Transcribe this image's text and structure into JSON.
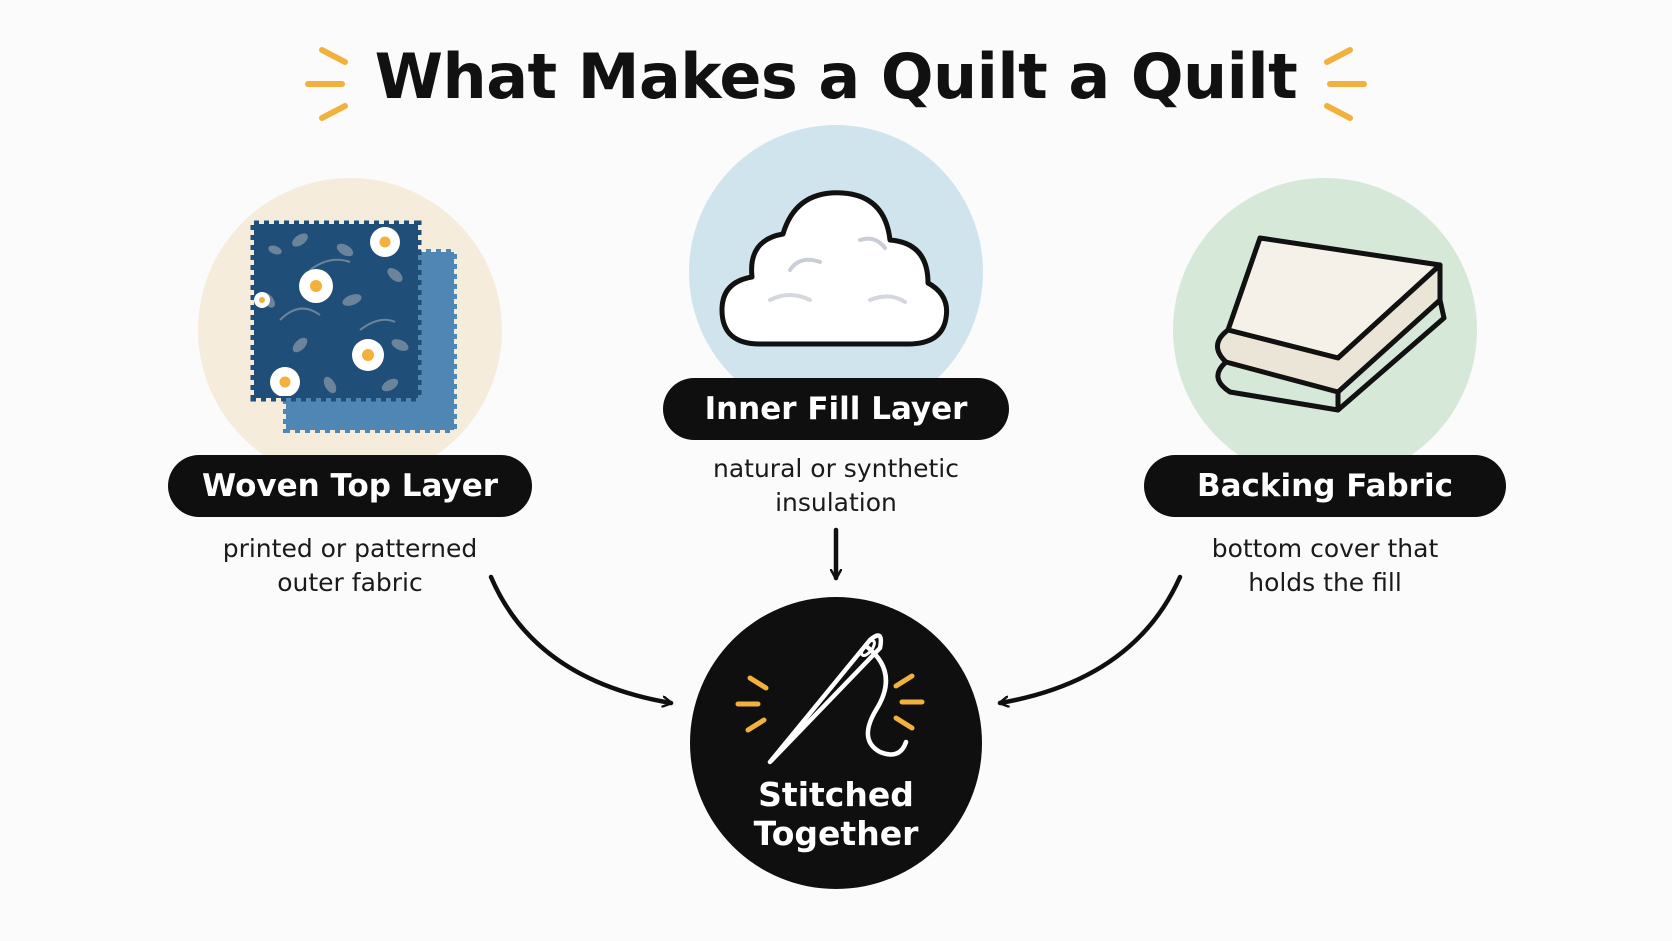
{
  "title": "What Makes a Quilt a Quilt",
  "colors": {
    "accent": "#f2b13c",
    "ink": "#0f0f0f",
    "left_circle": "#f5ecdc",
    "center_circle": "#cfe4ec",
    "right_circle": "#d6e8d8",
    "fabric_dark": "#1f4e79",
    "fabric_light": "#4f86b3"
  },
  "nodes": {
    "top_layer": {
      "label": "Woven Top Layer",
      "desc_line1": "printed or patterned",
      "desc_line2": "outer fabric",
      "icon": "floral-fabric-swatch-icon"
    },
    "fill_layer": {
      "label": "Inner Fill Layer",
      "desc_line1": "natural or synthetic",
      "desc_line2": "insulation",
      "icon": "cloud-batting-icon"
    },
    "backing": {
      "label": "Backing Fabric",
      "desc_line1": "bottom cover that",
      "desc_line2": "holds the fill",
      "icon": "folded-cloth-icon"
    },
    "result": {
      "label_line1": "Stitched",
      "label_line2": "Together",
      "icon": "needle-thread-icon"
    }
  }
}
